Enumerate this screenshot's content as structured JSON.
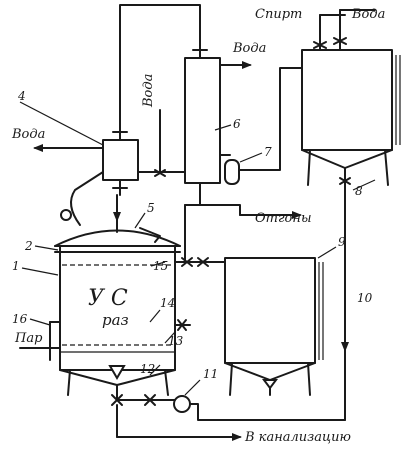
{
  "labels": {
    "voda_left": "Вода",
    "voda_top_center": "Вода",
    "voda_vertical": "Вода",
    "spirt": "Спирт",
    "voda_top_right": "Вода",
    "otgony": "Отгоны",
    "par": "Пар",
    "kanalizaciya": "В канализацию",
    "vessel_text_1": "У С",
    "vessel_text_2": "раз"
  },
  "numbers": [
    "1",
    "2",
    "4",
    "5",
    "6",
    "7",
    "8",
    "9",
    "10",
    "11",
    "12",
    "13",
    "14",
    "15",
    "16"
  ]
}
